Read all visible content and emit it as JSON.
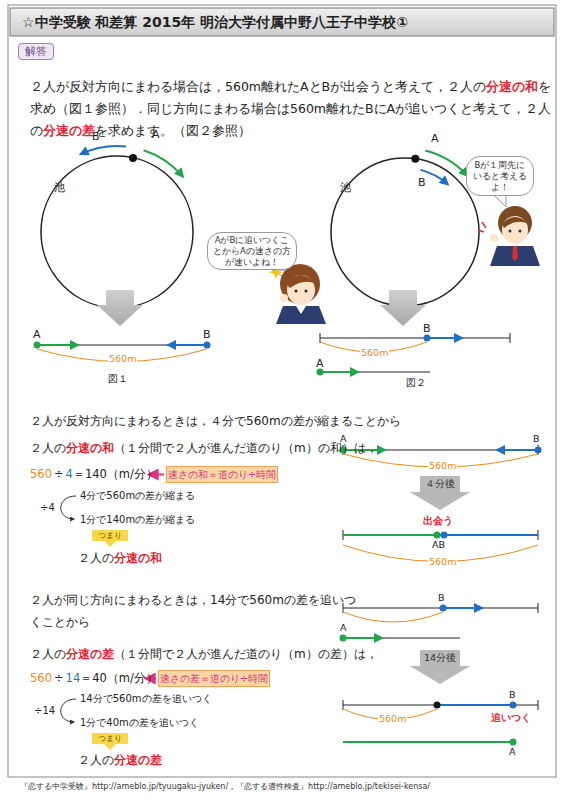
{
  "diagram": {
    "title": "☆中学受験 和差算 2015年 明治大学付属中野八王子中学校①",
    "nodes": [
      {
        "text": [
          "解答"
        ]
      },
      {
        "text": [
          "AがBに追いつくことからAの速さの方が速いよね！"
        ]
      },
      {
        "text": [
          "Bが１周先にいると考えるよ！"
        ]
      },
      {
        "text": [
          "速さの和＝道のり÷時間"
        ]
      },
      {
        "text": [
          "４分後"
        ]
      },
      {
        "text": [
          "つまり"
        ]
      },
      {
        "text": [
          "速さの差＝道のり÷時間"
        ]
      },
      {
        "text": [
          "14分後"
        ]
      },
      {
        "text": [
          "つまり"
        ]
      }
    ],
    "labels": [
      "２人が反対方向にまわる場合は，560m離れたAとBが出会うと考えて，２人の",
      "分速の和",
      "を求め（図１参照）．同じ方向にまわる場合は560m離れたBにAが追いつくと考えて，２人の",
      "分速の差",
      "を求めます。（図２参照）",
      "B",
      "A",
      "池",
      "池",
      "A",
      "B",
      "A",
      "B",
      "560m",
      "図１",
      "B",
      "560m",
      "A",
      "図２",
      "２人が反対方向にまわるときは，４分で560mの差が縮まることから",
      "２人の",
      "分速の和",
      "（１分間で２人が進んだ道のり（m）の和）は，",
      "560",
      "÷",
      "4",
      "＝140（m/分）",
      "÷4",
      "4分で560mの差が縮まる",
      "1分で140mの差が縮まる",
      "２人の",
      "分速の和",
      "A",
      "B",
      "560m",
      "出会う",
      "AB",
      "560m",
      "２人が同じ方向にまわるときは，14分で560mの差を追いつくことから",
      "２人の",
      "分速の差",
      "（１分間で２人が進んだ道のり（m）の差）は，",
      "560",
      "÷",
      "14",
      "＝40（m/分）",
      "÷14",
      "14分で560mの差を追いつく",
      "1分で40mの差を追いつく",
      "２人の",
      "分速の差",
      "B",
      "A",
      "560m",
      "B",
      "追いつく",
      "A",
      "『恋する中学受験』http://ameblo.jp/tyuugaku-jyuken/，『恋する適性検査』http://ameblo.jp/tekisei-kensa/"
    ]
  }
}
